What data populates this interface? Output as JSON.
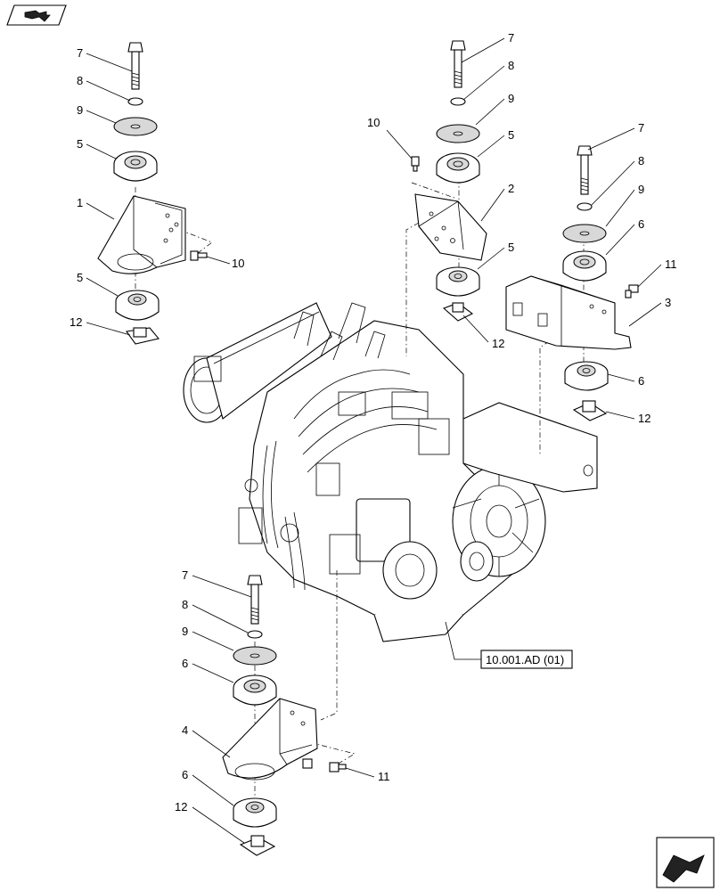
{
  "callouts": {
    "c7a": "7",
    "c8a": "8",
    "c9a": "9",
    "c5a": "5",
    "c1": "1",
    "c10a": "10",
    "c5b": "5",
    "c12a": "12",
    "c7b": "7",
    "c8b": "8",
    "c9b": "9",
    "c5c": "5",
    "c10b": "10",
    "c2": "2",
    "c5d": "5",
    "c12b": "12",
    "c7c": "7",
    "c8c": "8",
    "c9c": "9",
    "c6a": "6",
    "c11a": "11",
    "c3": "3",
    "c6b": "6",
    "c12c": "12",
    "c7d": "7",
    "c8d": "8",
    "c9d": "9",
    "c6c": "6",
    "c4": "4",
    "c11b": "11",
    "c6d": "6",
    "c12d": "12"
  },
  "reference": {
    "label": "10.001.AD (01)"
  },
  "icons": {
    "top_left": "book-arrow-icon",
    "bottom_right": "next-page-arrow-icon"
  }
}
